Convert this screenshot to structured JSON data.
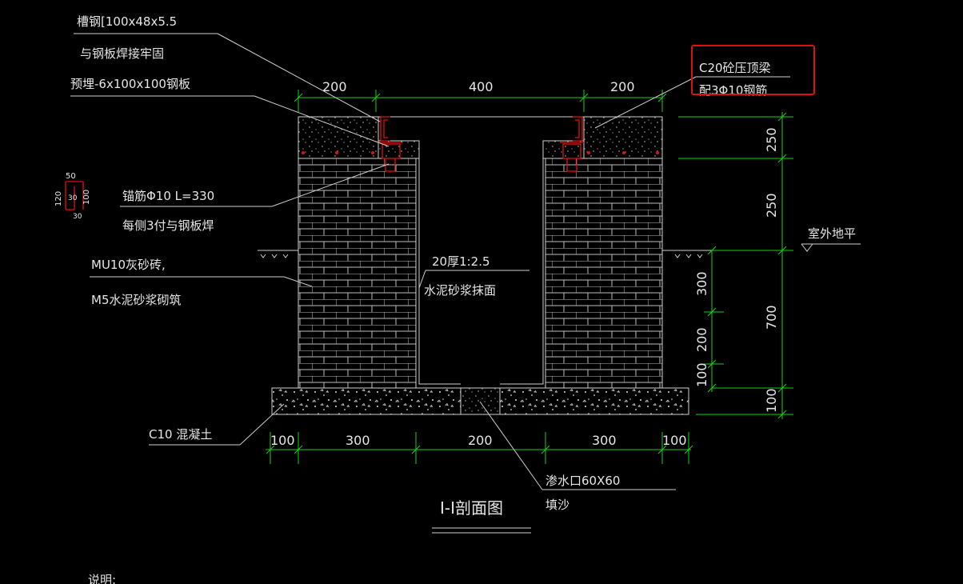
{
  "labels": {
    "channel_steel": "槽钢[100x48x5.5",
    "channel_weld": "与钢板焊接牢固",
    "embed_plate": "预埋-6x100x100钢板",
    "anchor_bar": "锚筋Φ10 L=330",
    "anchor_weld": "每侧3付与钢板焊",
    "brick": "MU10灰砂砖,",
    "mortar": "M5水泥砂浆砌筑",
    "plaster_1": "20厚1:2.5",
    "plaster_2": "水泥砂浆抹面",
    "beam_1": "C20砼压顶梁",
    "beam_2": "配3Φ10钢筋",
    "outdoor": "室外地平",
    "concrete": "C10 混凝土",
    "drain_1": "渗水口60X60",
    "drain_2": "填沙",
    "title": "I-I剖面图",
    "note": "说明:"
  },
  "detail_dims": {
    "top": "50",
    "left": "120",
    "mid": "30",
    "right": "100",
    "bottom": "30"
  },
  "dims_top": [
    "200",
    "400",
    "200"
  ],
  "dims_bottom": [
    "100",
    "300",
    "200",
    "300",
    "100"
  ],
  "dims_right_outer": [
    "250",
    "250",
    "700",
    "100"
  ],
  "dims_right_inner": [
    "300",
    "200",
    "100"
  ],
  "colors": {
    "dimension": "#19d119",
    "rebar": "#e01010",
    "highlight": "#e01010",
    "linework": "#cfcfcf"
  }
}
